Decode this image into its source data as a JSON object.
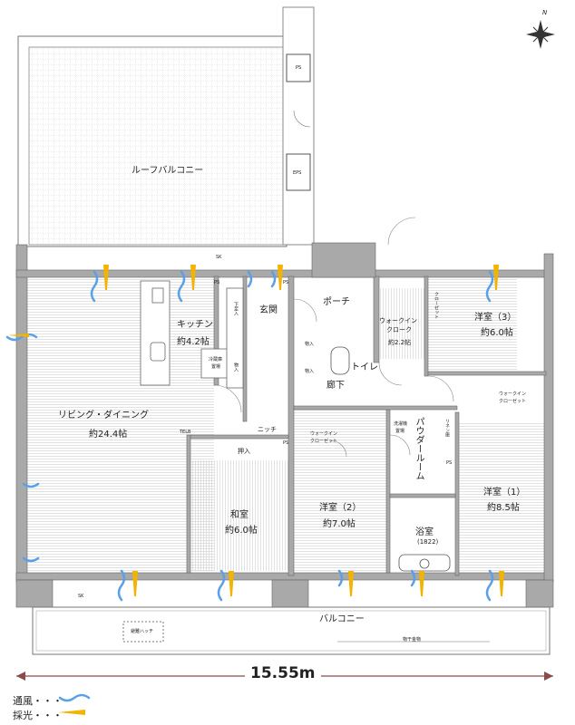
{
  "rooms": {
    "roof_balcony": "ルーフバルコニー",
    "living": "リビング・ダイニング",
    "living_size": "約24.4帖",
    "kitchen": "キッチン",
    "kitchen_size": "約4.2帖",
    "entrance": "玄関",
    "porch": "ポーチ",
    "wic1": "ウォークイン",
    "wic1b": "クローク",
    "wic1_size": "約2.2帖",
    "bed3": "洋室（3）",
    "bed3_size": "約6.0帖",
    "toilet": "トイレ",
    "hall": "廊下",
    "closet_v": "クローゼット",
    "wic2": "ウォークイン",
    "wic2b": "クローゼット",
    "wic3": "ウォークイン",
    "wic3b": "クローゼット",
    "powder": "パウダールーム",
    "linen": "リネン庫",
    "bed1": "洋室（1）",
    "bed1_size": "約8.5帖",
    "bed2": "洋室（2）",
    "bed2_size": "約7.0帖",
    "washitsu": "和室",
    "washitsu_size": "約6.0帖",
    "oshiire": "押入",
    "niche": "ニッチ",
    "bath": "浴室",
    "bath_size": "(1822)",
    "balcony": "バルコニー"
  },
  "small_labels": {
    "ps1": "PS",
    "ps2": "PS",
    "ps3": "PS",
    "ps4": "PS",
    "ps5": "PS",
    "eps": "EPS",
    "sk1": "SK",
    "sk2": "SK",
    "shoes": "下足入",
    "storage1": "物入",
    "storage2": "物入",
    "storage3": "物入",
    "fridge1": "冷蔵庫",
    "fridge2": "置場",
    "washer1": "洗濯機",
    "washer2": "置場",
    "telb": "TELB",
    "hatch": "避難ハッチ",
    "rail": "物干金物"
  },
  "dimension": "15.55m",
  "legend": {
    "wind": "通風・・・",
    "light": "採光・・・"
  },
  "colors": {
    "wall": "#a9a9a9",
    "floor_line": "#bdbdbd",
    "wind": "#5aa0e8",
    "light": "#f2b400"
  },
  "icons": {
    "compass": "north-compass-icon",
    "north_letter": "N"
  }
}
